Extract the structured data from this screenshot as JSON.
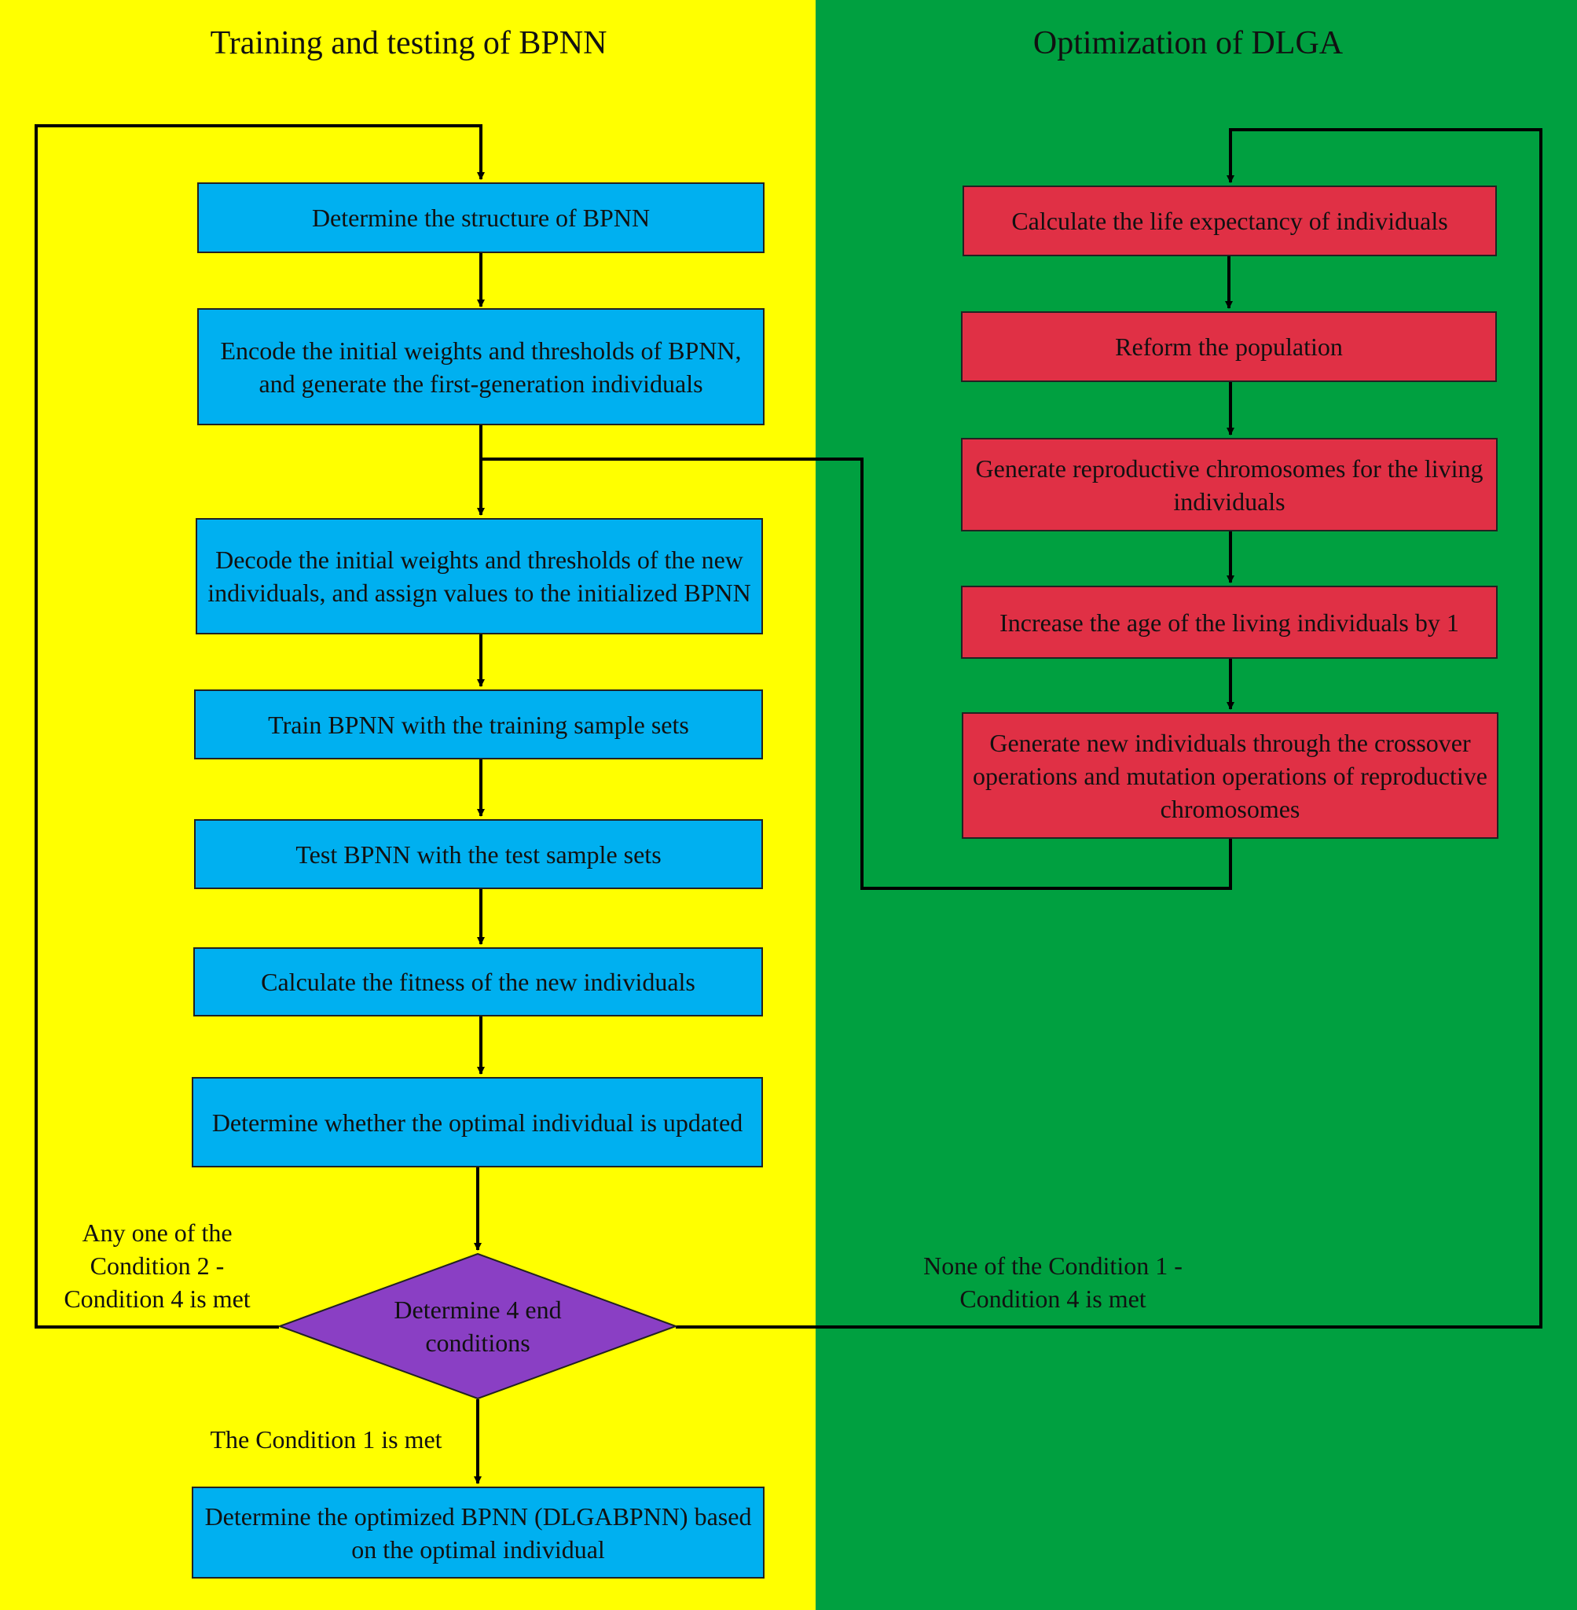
{
  "lanes": {
    "left_title": "Training and testing of BPNN",
    "right_title": "Optimization of DLGA"
  },
  "colors": {
    "left_lane": "#ffff00",
    "right_lane": "#00a040",
    "bpnn_box": "#00b0f0",
    "dlga_box": "#e03045",
    "decision": "#8a3fc4"
  },
  "bpnn_steps": [
    "Determine the structure of BPNN",
    "Encode the initial weights and thresholds of BPNN, and generate the first-generation individuals",
    "Decode the initial weights and thresholds of the new individuals, and assign values to the initialized BPNN",
    "Train BPNN with the training sample sets",
    "Test BPNN with the test sample sets",
    "Calculate the fitness of the new individuals",
    "Determine whether the optimal individual is updated"
  ],
  "decision": "Determine 4 end conditions",
  "final_step": "Determine the optimized BPNN (DLGABPNN) based on the optimal individual",
  "dlga_steps": [
    "Calculate the life expectancy of individuals",
    "Reform the population",
    "Generate reproductive chromosomes for the living individuals",
    "Increase the age of the living individuals by 1",
    "Generate new individuals through the crossover operations and mutation operations of reproductive chromosomes"
  ],
  "edge_labels": {
    "left_loop": "Any one of the Condition 2 - Condition 4 is met",
    "right_loop": "None of the Condition 1 - Condition 4 is met",
    "down": "The Condition 1 is met"
  }
}
